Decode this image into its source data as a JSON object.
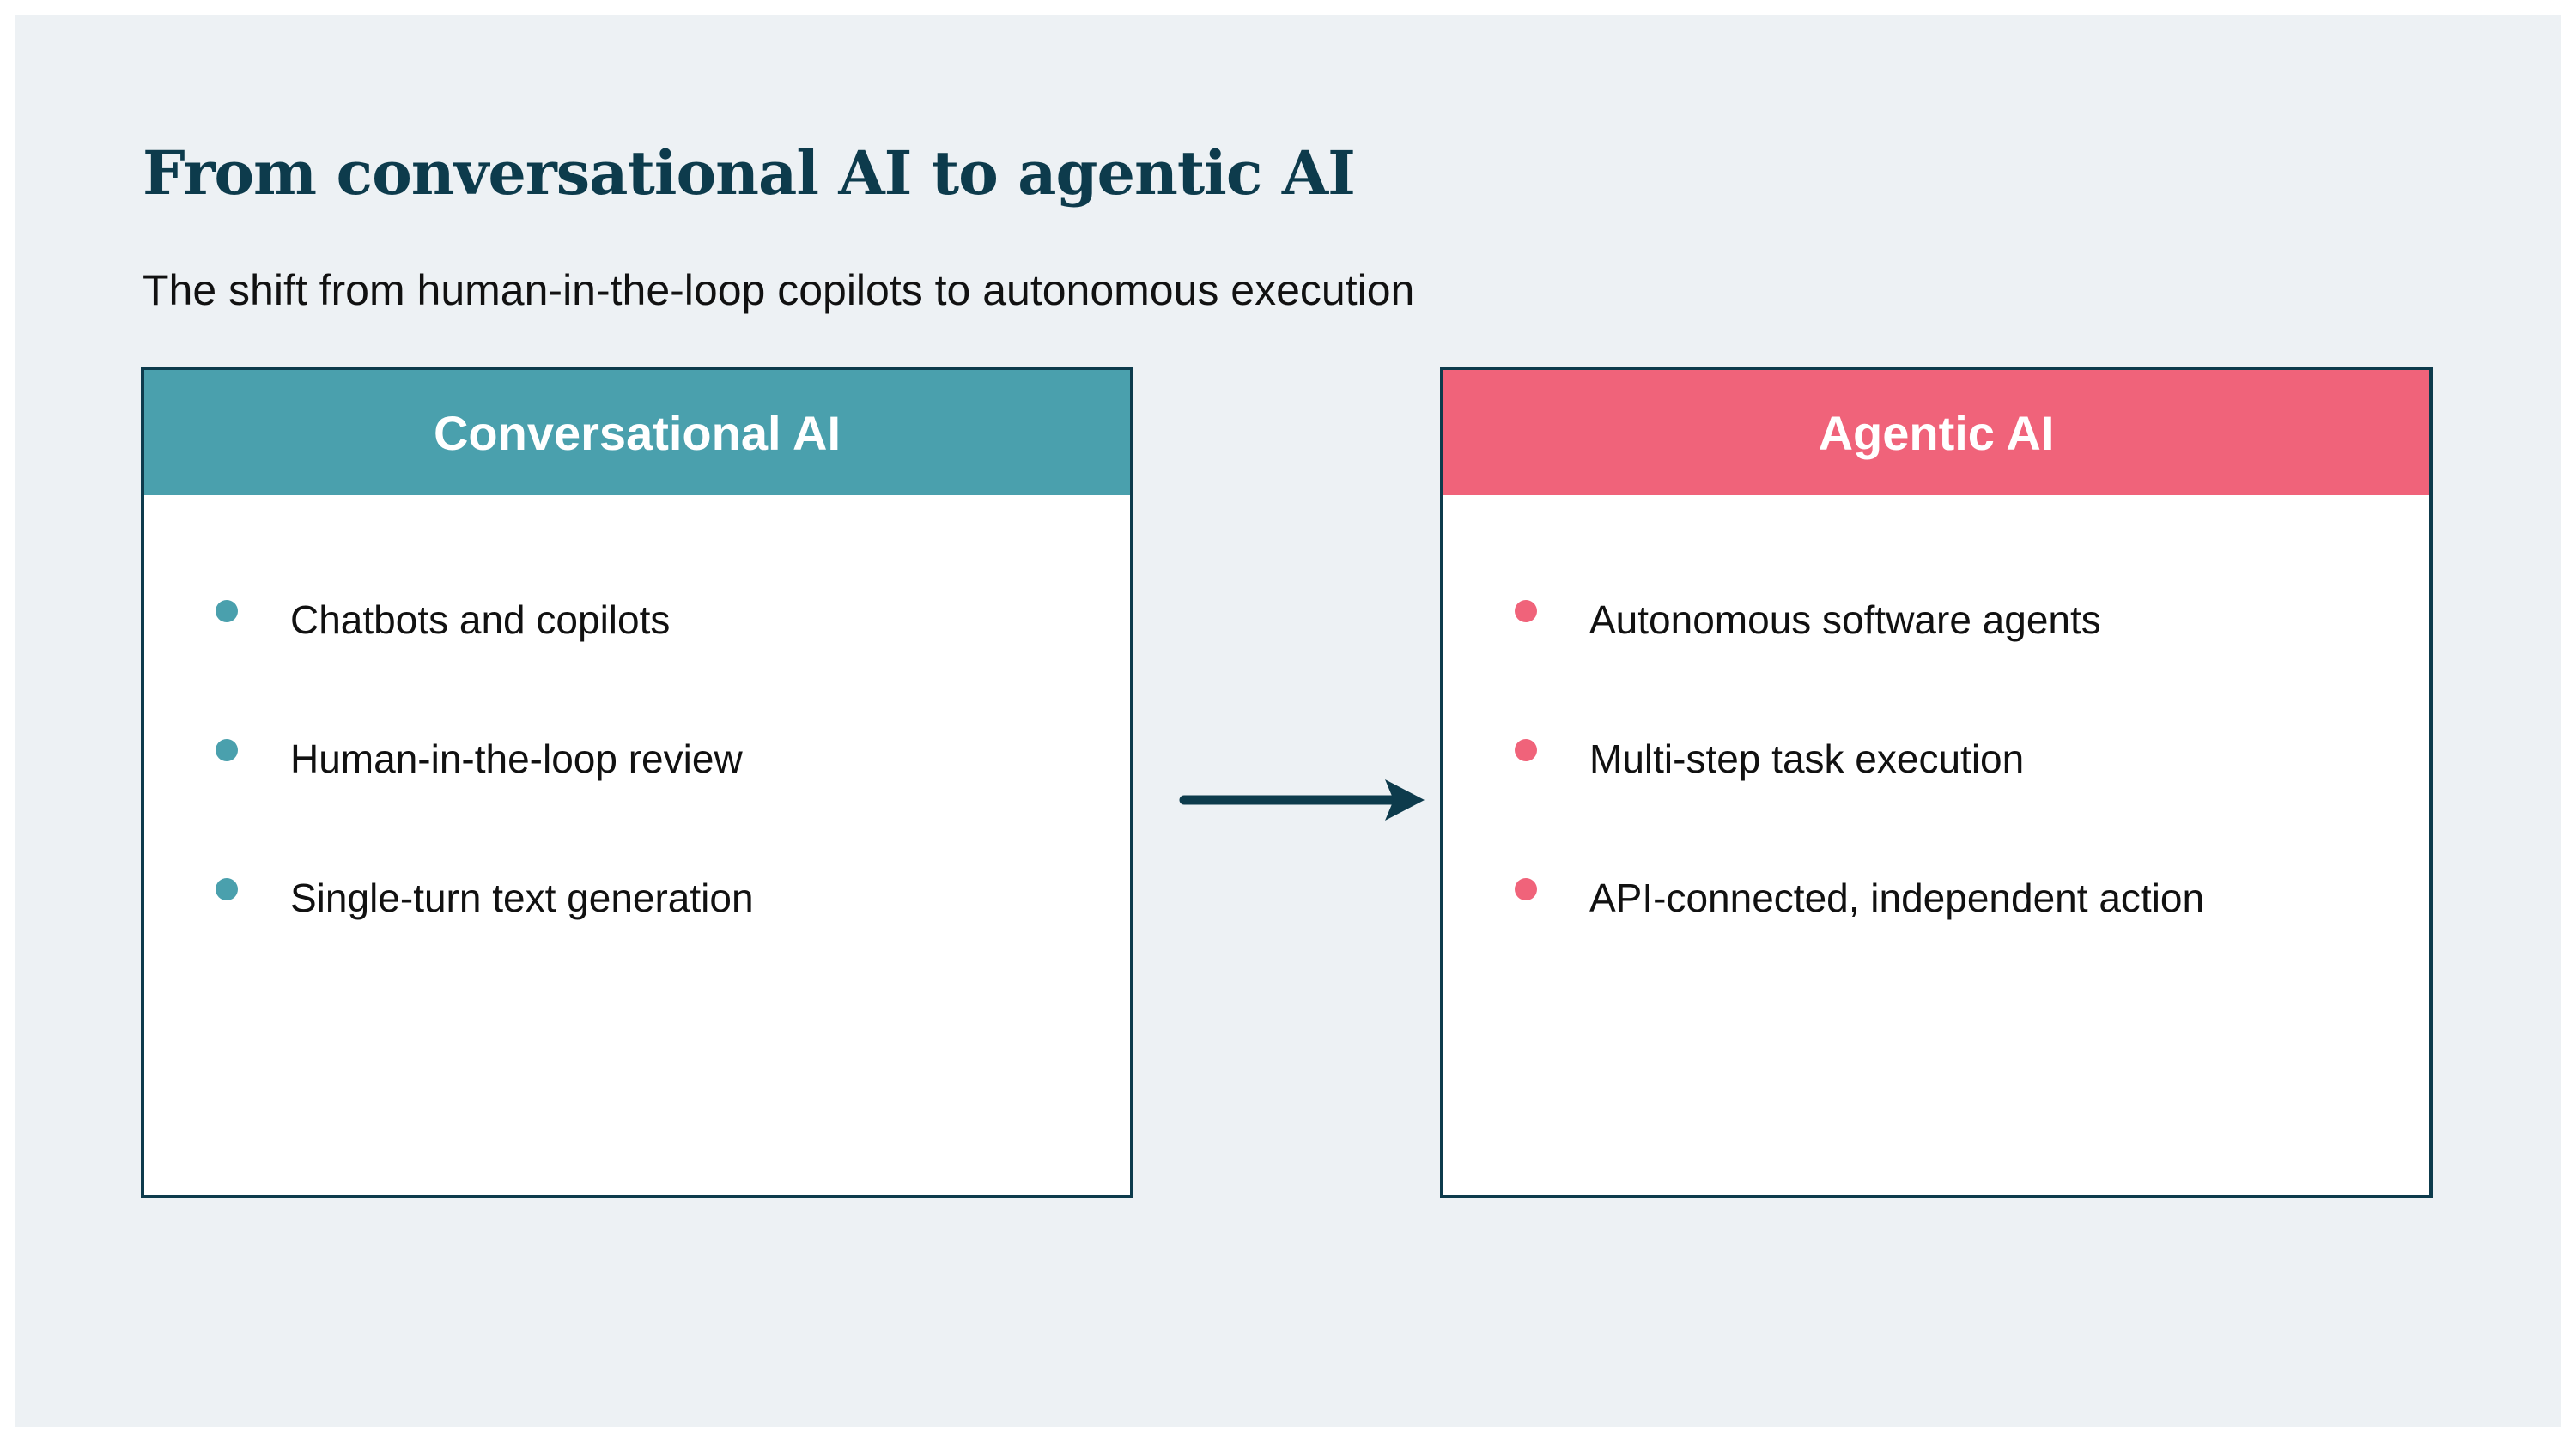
{
  "title": "From conversational AI to agentic AI",
  "subtitle": "The shift from human-in-the-loop copilots to autonomous execution",
  "panels": [
    {
      "header": "Conversational AI",
      "accent_color": "#4aa0ad",
      "items": [
        "Chatbots and copilots",
        "Human-in-the-loop review",
        "Single-turn text generation"
      ]
    },
    {
      "header": "Agentic AI",
      "accent_color": "#f0637a",
      "items": [
        "Autonomous software agents",
        "Multi-step task execution",
        "API-connected, independent action"
      ]
    }
  ],
  "arrow": {
    "icon": "arrow-right-icon",
    "color": "#0d3b4c"
  }
}
